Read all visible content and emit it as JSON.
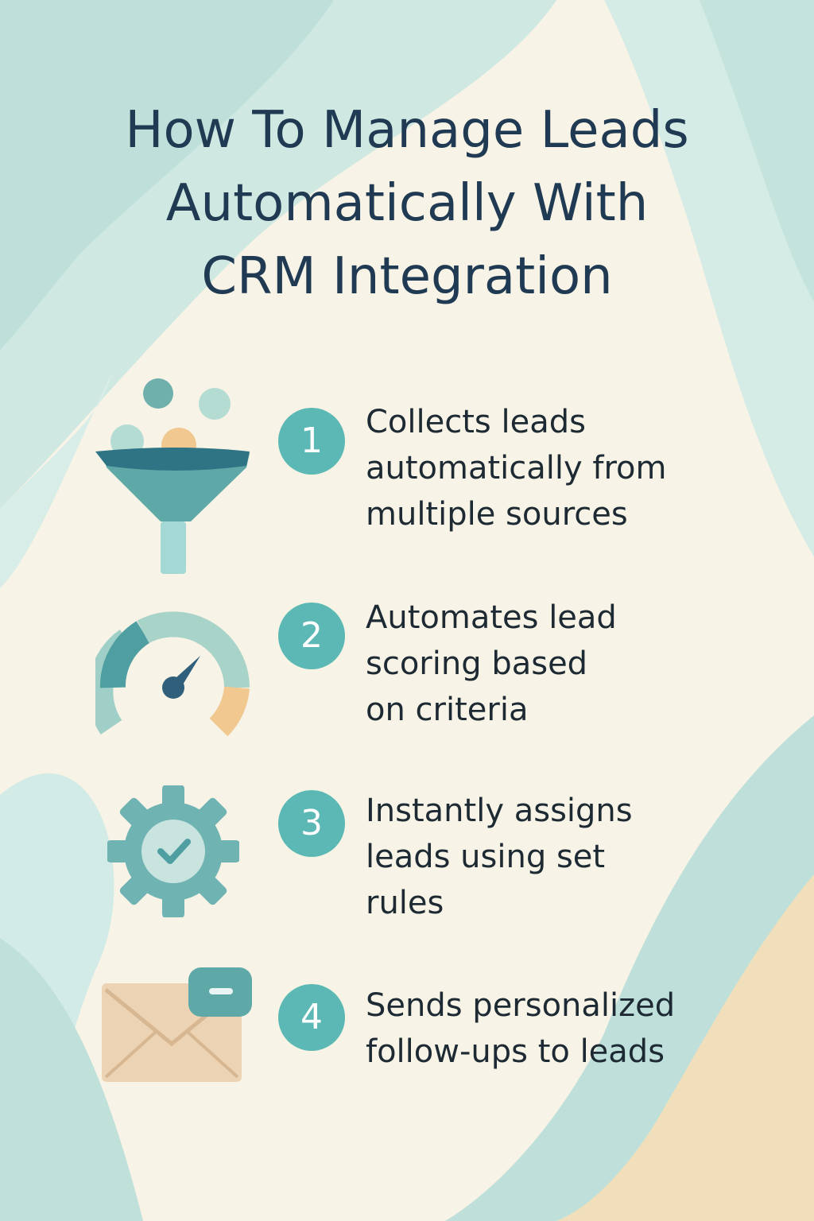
{
  "title": {
    "lines": [
      "How To Manage Leads",
      "Automatically With",
      "CRM Integration"
    ]
  },
  "steps": [
    {
      "number": "1",
      "lines": [
        "Collects leads",
        "automatically from",
        "multiple sources"
      ],
      "icon": "funnel-icon"
    },
    {
      "number": "2",
      "lines": [
        "Automates lead",
        "scoring based",
        "on criteria"
      ],
      "icon": "gauge-icon"
    },
    {
      "number": "3",
      "lines": [
        "Instantly assigns",
        "leads using set",
        "rules"
      ],
      "icon": "gear-check-icon"
    },
    {
      "number": "4",
      "lines": [
        "Sends personalized",
        "follow-ups to leads"
      ],
      "icon": "envelope-icon"
    }
  ],
  "colors": {
    "teal": "#5bb8b4",
    "navy": "#1f3a52",
    "cream": "#f7f3e6",
    "peach": "#f0c890"
  }
}
